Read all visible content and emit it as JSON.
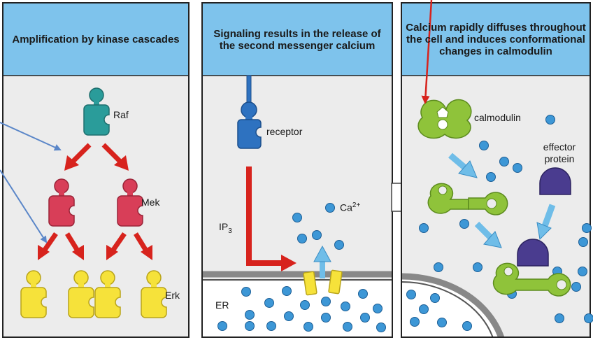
{
  "panels": [
    {
      "title": "Amplification by kinase cascades"
    },
    {
      "title": "Signaling results in the release of the second messenger calcium"
    },
    {
      "title": "Calcium rapidly diffuses throughout the cell and induces conformational changes in calmodulin"
    }
  ],
  "labels": {
    "raf": "Raf",
    "mek": "Mek",
    "erk": "Erk",
    "receptor": "receptor",
    "ip3_main": "IP",
    "ip3_sub": "3",
    "ca_main": "Ca",
    "ca_sup": "2+",
    "er": "ER",
    "calmodulin": "calmodulin",
    "effector": "effector protein"
  },
  "colors": {
    "header": "#7ec3ec",
    "panel_bg": "#ececec",
    "raf": "#2a9c9a",
    "mek": "#d83e58",
    "erk": "#f6e23a",
    "receptor": "#2e72c0",
    "red_arrow": "#d7231d",
    "calcium": "#3d97d6",
    "calmodulin": "#8fc33a",
    "effector": "#4a3c8f",
    "light_arrow": "#6fbde8",
    "pointer_arrow": "#5a86c8"
  }
}
